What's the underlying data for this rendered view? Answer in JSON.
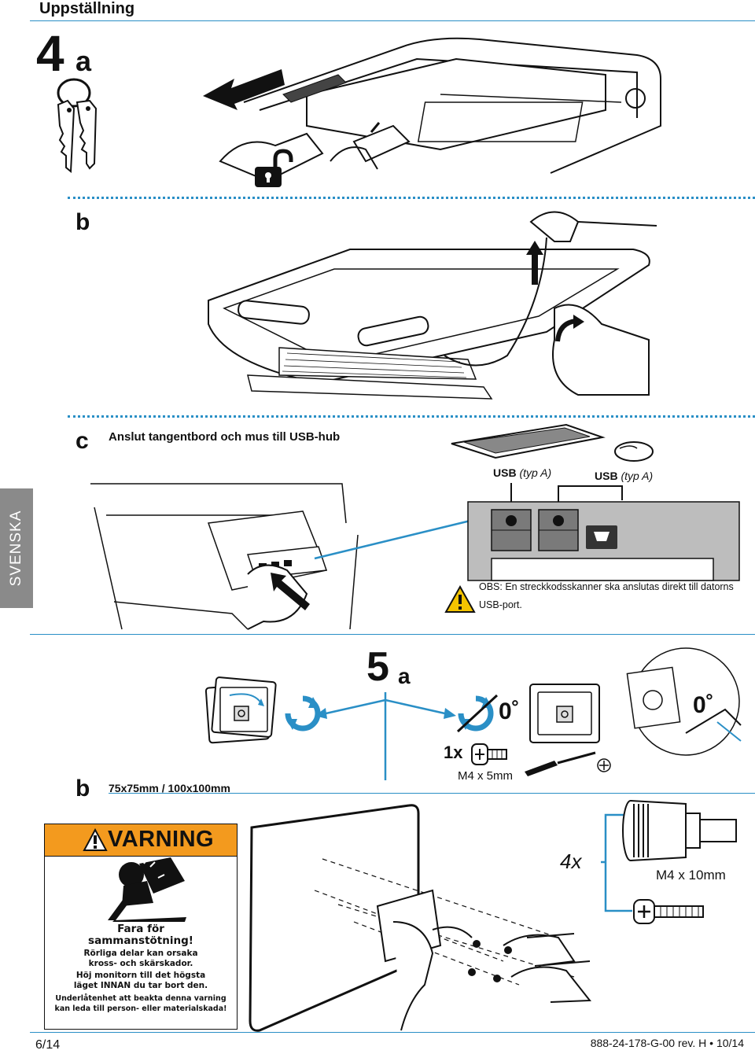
{
  "header": {
    "title": "Uppställning"
  },
  "side_tab": {
    "language": "SVENSKA"
  },
  "step4": {
    "number": "4",
    "letter": "a",
    "sub_b": "b",
    "sub_c": "c",
    "c_title": "Anslut tangentbord och mus till USB-hub",
    "usb_label_1_bold": "USB",
    "usb_label_1_italic": "(typ A)",
    "usb_label_2_bold": "USB",
    "usb_label_2_italic": "(typ A)",
    "note_line1": "OBS:  En streckkodsskanner ska anslutas direkt till datorns",
    "note_line2": "USB-port."
  },
  "step5": {
    "number": "5",
    "letter": "a",
    "sub_b": "b",
    "vesa_sizes": "75x75mm / 100x100mm",
    "zero_deg_1": "0˚",
    "zero_deg_2": "0˚",
    "screw_qty": "1x",
    "screw_size": "M4 x 5mm",
    "bolt_qty": "4x",
    "bolt_size": "M4 x 10mm"
  },
  "warning": {
    "title": "VARNING",
    "line1": "Fara för",
    "line2": "sammanstötning!",
    "line3": "Rörliga delar kan orsaka",
    "line4": "kross- och skärskador.",
    "line5": "Höj monitorn till det högsta",
    "line6": "läget INNAN du tar bort den.",
    "line7": "Underlåtenhet att beakta denna varning",
    "line8": "kan leda till person- eller materialskada!"
  },
  "footer": {
    "page": "6/14",
    "doc_ref": "888-24-178-G-00 rev. H • 10/14"
  },
  "colors": {
    "accent_blue": "#2a8fc6",
    "warning_orange": "#f39a1e",
    "tab_gray": "#8a8a8a"
  }
}
